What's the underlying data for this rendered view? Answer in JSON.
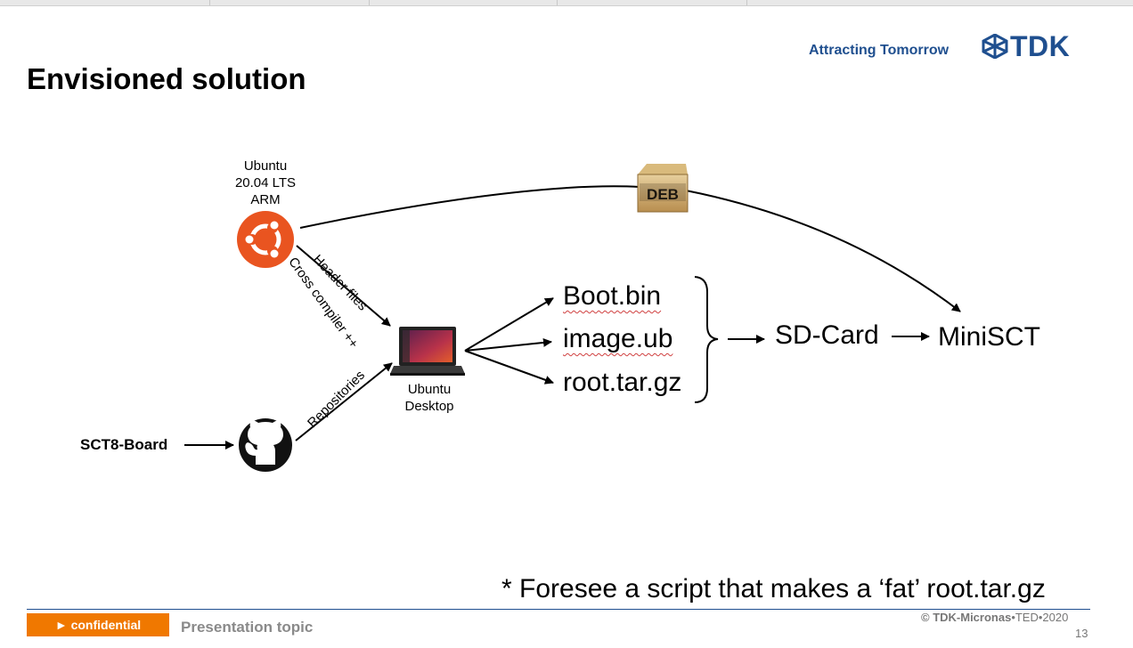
{
  "header": {
    "title": "Envisioned solution",
    "tagline": "Attracting Tomorrow",
    "brand": "TDK"
  },
  "diagram": {
    "ubuntu_label": "Ubuntu 20.04 LTS ARM",
    "edge_header_files": "Header files",
    "edge_cross_compiler": "Cross compiler ++",
    "edge_repositories": "Repositories",
    "desktop_label": "Ubuntu Desktop",
    "board_label": "SCT8-Board",
    "deb_label": "DEB",
    "files": {
      "boot": "Boot.bin",
      "image": "image.ub",
      "root": "root.tar.gz"
    },
    "sd_card": "SD-Card",
    "target": "MiniSCT"
  },
  "note": "* Foresee a script that makes a ‘fat’ root.tar.gz",
  "footer": {
    "confidential": "► confidential",
    "topic": "Presentation topic",
    "copyright_brand": "© TDK-Micronas",
    "copyright_rest": "•TED•2020",
    "page": "13"
  },
  "colors": {
    "brand_blue": "#1f4f8f",
    "ubuntu_orange": "#e95420",
    "confidential_orange": "#f07800"
  },
  "icons": [
    "ubuntu-logo-icon",
    "laptop-icon",
    "github-icon",
    "deb-package-icon",
    "tdk-logo-icon"
  ]
}
